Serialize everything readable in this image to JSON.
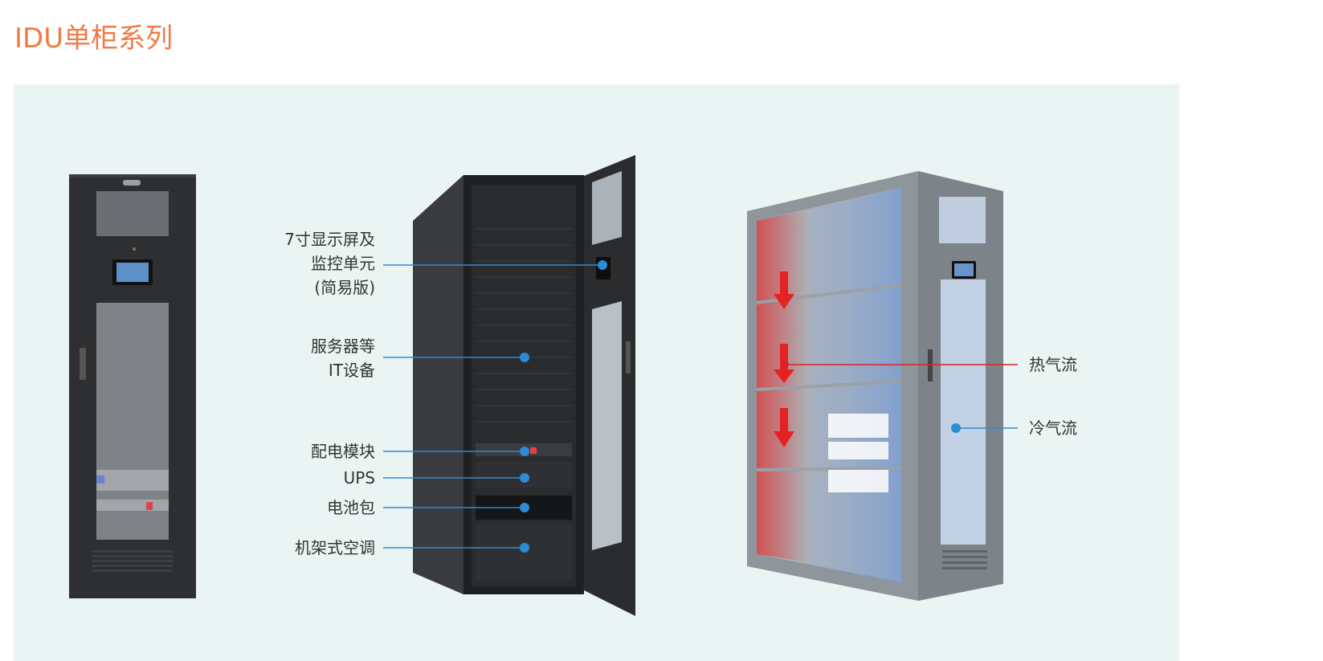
{
  "page": {
    "title": "IDU单柜系列"
  },
  "figure": {
    "middle_labels": [
      {
        "lines": [
          "7寸显示屏及",
          "监控单元",
          "(简易版)"
        ]
      },
      {
        "lines": [
          "服务器等",
          "IT设备"
        ]
      },
      {
        "lines": [
          "配电模块"
        ]
      },
      {
        "lines": [
          "UPS"
        ]
      },
      {
        "lines": [
          "电池包"
        ]
      },
      {
        "lines": [
          "机架式空调"
        ]
      }
    ],
    "right_labels": [
      {
        "text": "热气流"
      },
      {
        "text": "冷气流"
      }
    ],
    "colors": {
      "accent": "#f07a44",
      "panel_bg": "#eaf4f3",
      "callout_line": "#2c8bd6",
      "hot_line": "#d9222a",
      "cabinet_dark": "#2e2f31",
      "cabinet_grey": "#8e959b"
    }
  }
}
